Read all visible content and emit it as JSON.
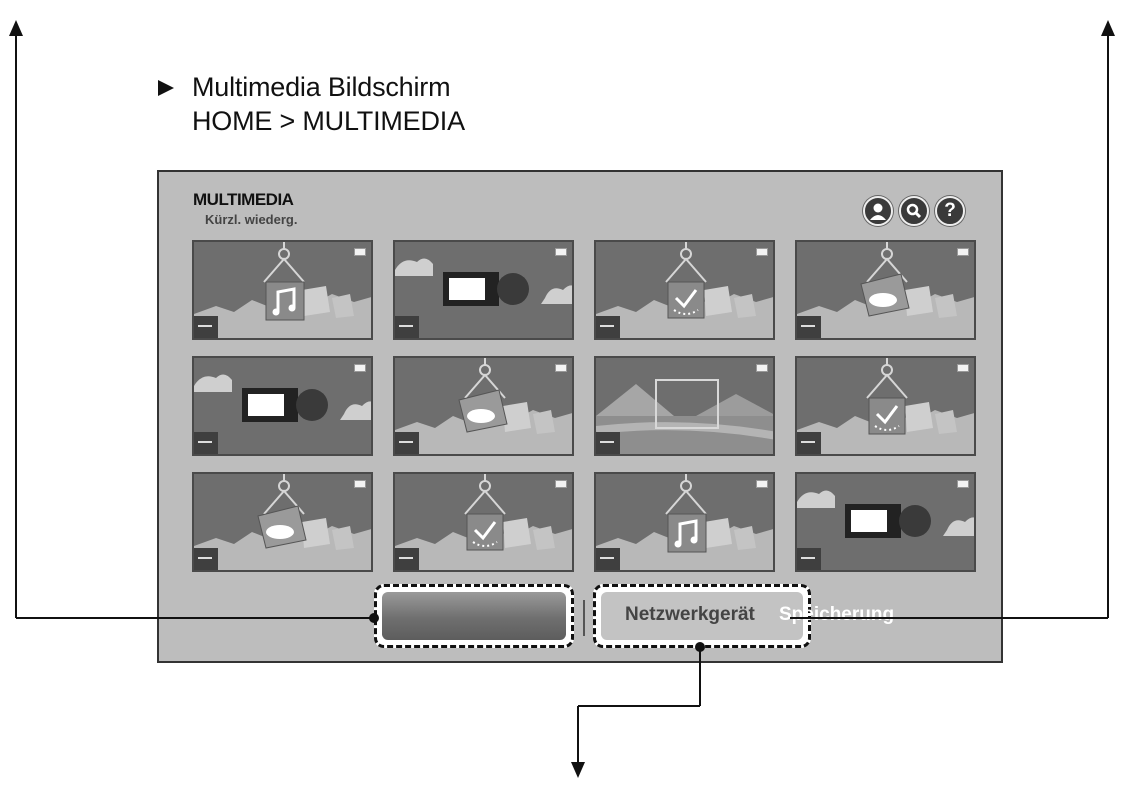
{
  "heading": {
    "line1": "Multimedia Bildschirm",
    "line2": "HOME > MULTIMEDIA"
  },
  "screen": {
    "title": "MULTIMEDIA",
    "subtitle": "Kürzl. wiederg.",
    "top_icons": [
      "user-profile-icon",
      "search-icon",
      "help-icon"
    ],
    "help_glyph": "?",
    "tiles": [
      {
        "type": "music"
      },
      {
        "type": "video"
      },
      {
        "type": "photo"
      },
      {
        "type": "game"
      },
      {
        "type": "video"
      },
      {
        "type": "game"
      },
      {
        "type": "landscape"
      },
      {
        "type": "photo"
      },
      {
        "type": "game"
      },
      {
        "type": "photo"
      },
      {
        "type": "music"
      },
      {
        "type": "video"
      }
    ],
    "buttons": {
      "network_label": "Netzwerkgerät",
      "storage_label": "Speicherung"
    }
  },
  "colors": {
    "screen_bg": "#bdbdbd",
    "tile_bg": "#6e6e6e",
    "focus_button": "#6f6f6f"
  }
}
